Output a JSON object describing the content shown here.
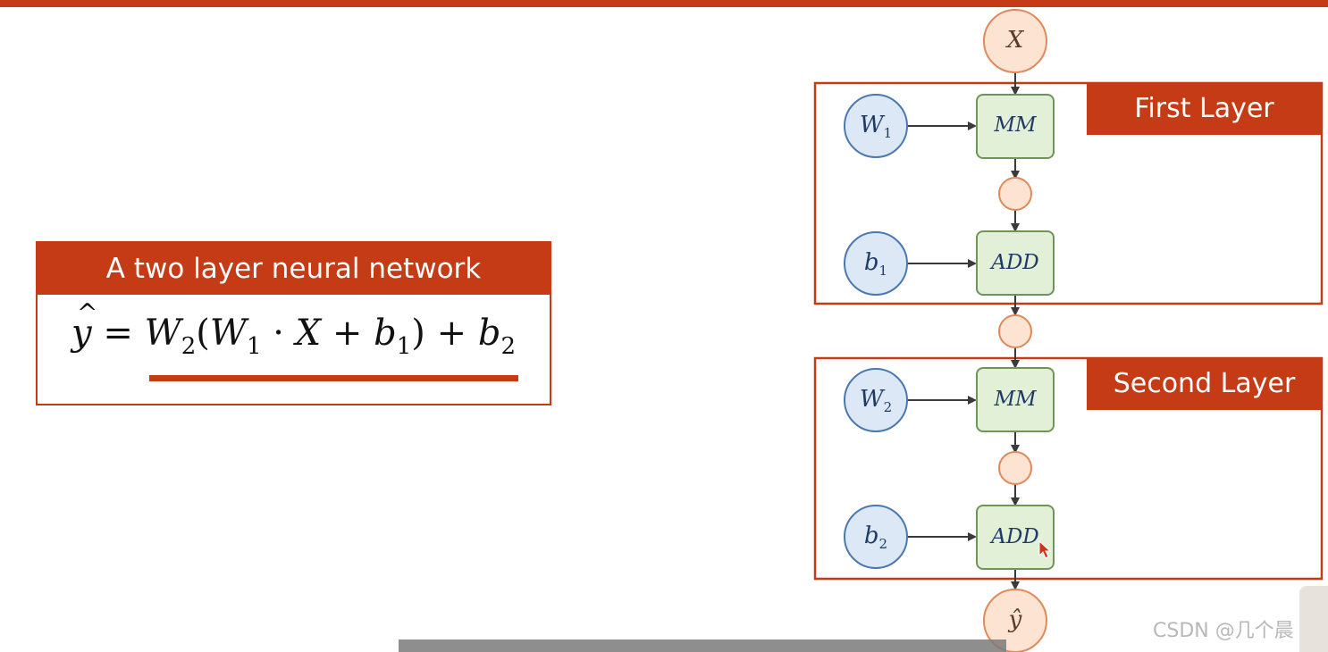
{
  "formula_box": {
    "title": "A two layer neural network"
  },
  "diagram": {
    "input_node": "X",
    "output_node": "ŷ",
    "layers": [
      {
        "label": "First Layer",
        "weight": {
          "base": "W",
          "sub": "1"
        },
        "bias": {
          "base": "b",
          "sub": "1"
        },
        "mm_op": "MM",
        "add_op": "ADD"
      },
      {
        "label": "Second Layer",
        "weight": {
          "base": "W",
          "sub": "2"
        },
        "bias": {
          "base": "b",
          "sub": "2"
        },
        "mm_op": "MM",
        "add_op": "ADD"
      }
    ]
  },
  "watermark": "CSDN @几个晨",
  "colors": {
    "accent": "#c43b16",
    "param_fill": "#dce8f6",
    "param_stroke": "#4a78b0",
    "op_fill": "#e3f0d8",
    "op_stroke": "#6f9457",
    "io_fill": "#fde3d2",
    "io_stroke": "#e0895a",
    "arrow": "#3a3a3a"
  }
}
